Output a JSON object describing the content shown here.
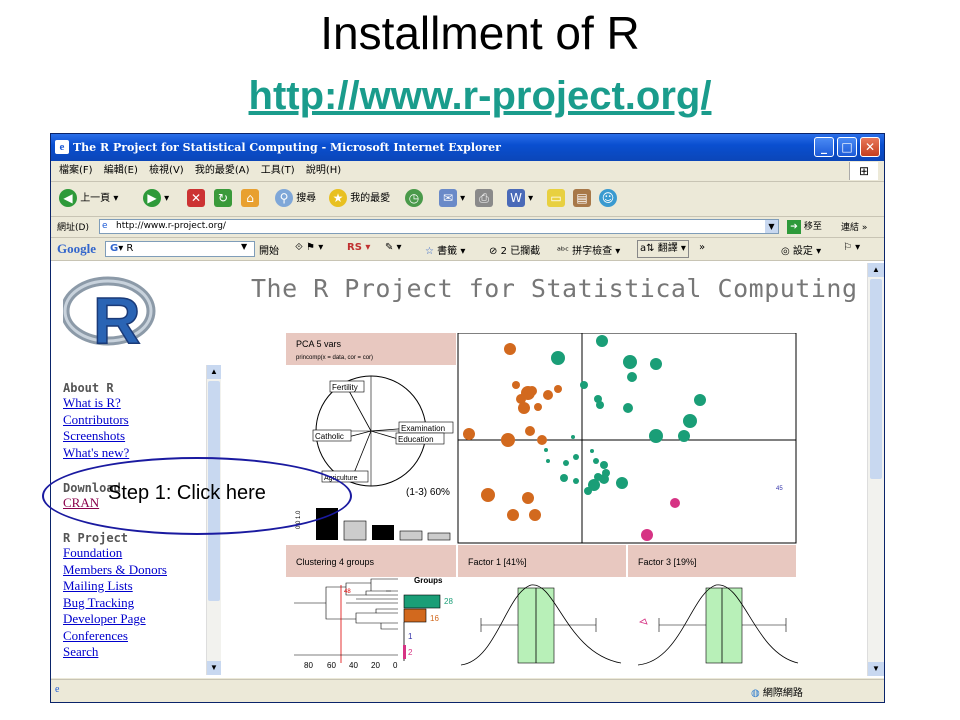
{
  "slide": {
    "title": "Installment of R",
    "url": "http://www.r-project.org/"
  },
  "window": {
    "title": "The R Project for Statistical Computing - Microsoft Internet Explorer",
    "icon": "ie-icon"
  },
  "menu": [
    "檔案(F)",
    "編輯(E)",
    "檢視(V)",
    "我的最愛(A)",
    "工具(T)",
    "說明(H)"
  ],
  "toolbar": {
    "back": "上一頁",
    "search": "搜尋",
    "favorites": "我的最愛"
  },
  "address": {
    "label": "網址(D)",
    "value": "http://www.r-project.org/",
    "go": "移至",
    "links": "連結"
  },
  "google_bar": {
    "logo": "Google",
    "input": "R",
    "open": "開始",
    "bookmarks": "書籤",
    "blocked": "2 已攔截",
    "spell": "拼字檢查",
    "translate": "翻譯",
    "settings": "設定"
  },
  "page": {
    "title": "The R Project for Statistical Computing",
    "logo_letter": "R",
    "sections": [
      {
        "heading": "About R",
        "links": [
          "What is R?",
          "Contributors",
          "Screenshots",
          "What's new?"
        ]
      },
      {
        "heading": "Download",
        "links": [
          "CRAN"
        ]
      },
      {
        "heading": "R Project",
        "links": [
          "Foundation",
          "Members & Donors",
          "Mailing Lists",
          "Bug Tracking",
          "Developer Page",
          "Conferences",
          "Search"
        ]
      }
    ]
  },
  "figure": {
    "pca_title": "PCA  5 vars",
    "pca_call": "princomp(x = data, cor = cor)",
    "variables": [
      "Fertility",
      "Examination",
      "Education",
      "Catholic",
      "Agriculture"
    ],
    "pca_caption": "(1-3) 60%",
    "cluster_title": "Clustering  4 groups",
    "factor1_title": "Factor 1 [41%]",
    "factor3_title": "Factor 3 [19%]",
    "groups_title": "Groups",
    "group_counts": [
      "28",
      "16",
      "1",
      "2"
    ],
    "dendro_ticks": [
      "80",
      "60",
      "40",
      "20",
      "0"
    ],
    "cut_label": "48",
    "scatter_label": "45",
    "colors": {
      "orange": "#d2691e",
      "green": "#1a9e77",
      "magenta": "#d63384",
      "salmon": "#e8c8c0"
    }
  },
  "status": {
    "zone": "網際網路"
  },
  "callout": {
    "text": "Step 1: Click here"
  }
}
